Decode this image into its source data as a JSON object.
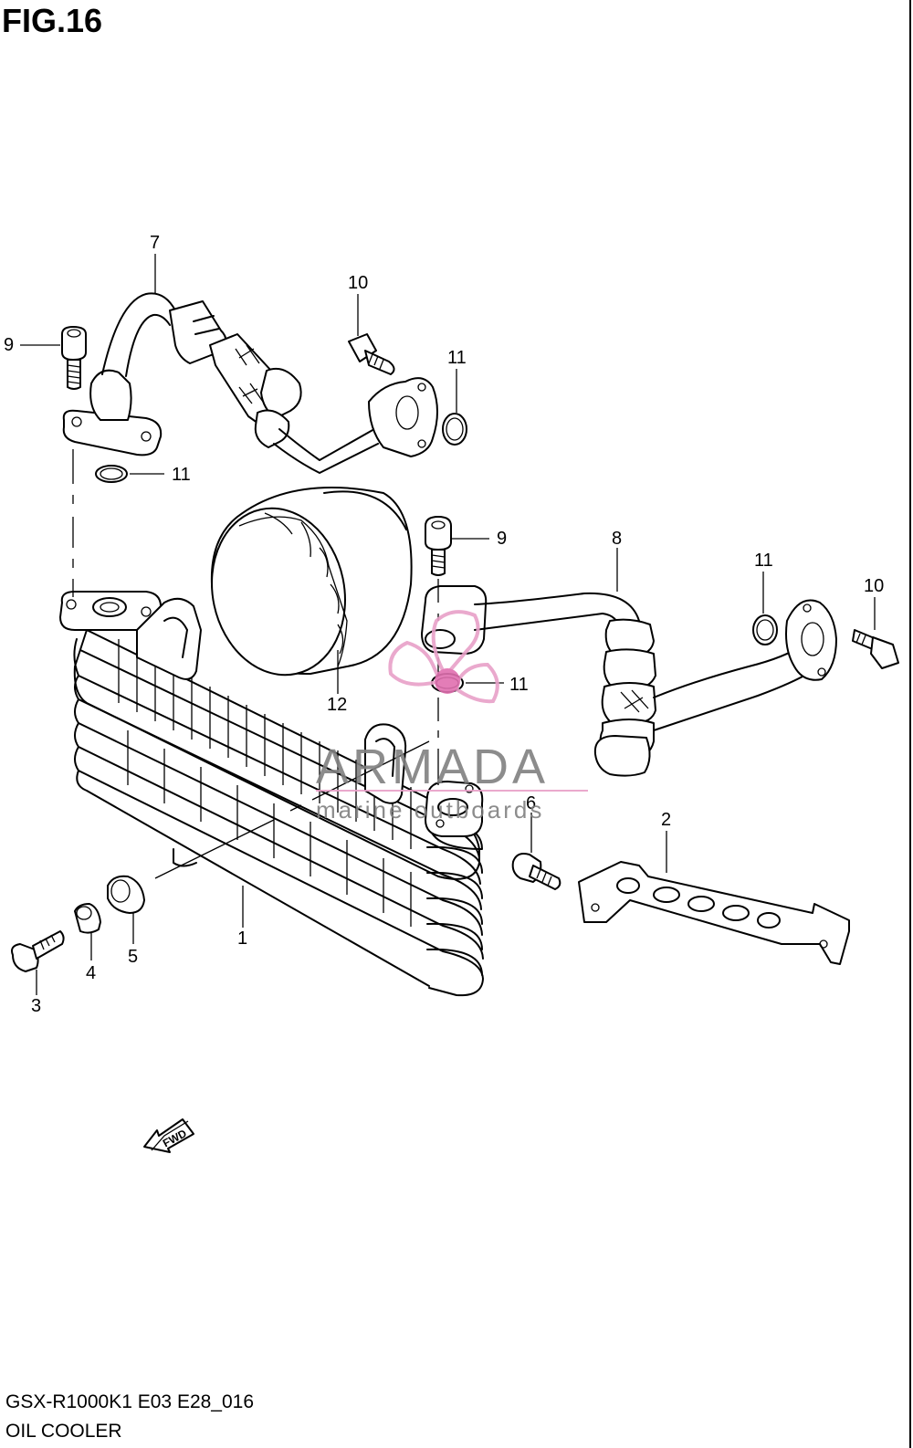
{
  "figure": {
    "title": "FIG.16",
    "model_code": "GSX-R1000K1 E03 E28_016",
    "section_name": "OIL COOLER"
  },
  "callouts": {
    "c1": "1",
    "c2": "2",
    "c3": "3",
    "c4": "4",
    "c5": "5",
    "c6": "6",
    "c7": "7",
    "c8": "8",
    "c9a": "9",
    "c9b": "9",
    "c10a": "10",
    "c10b": "10",
    "c11a": "11",
    "c11b": "11",
    "c11c": "11",
    "c11d": "11",
    "c12": "12"
  },
  "direction_arrow": {
    "label": "FWD"
  },
  "watermark": {
    "brand": "ARMADA",
    "tagline": "marine outboards",
    "logo_color": "#e8a0c8",
    "dot_color": "#e070b0",
    "text_color": "#808080"
  }
}
